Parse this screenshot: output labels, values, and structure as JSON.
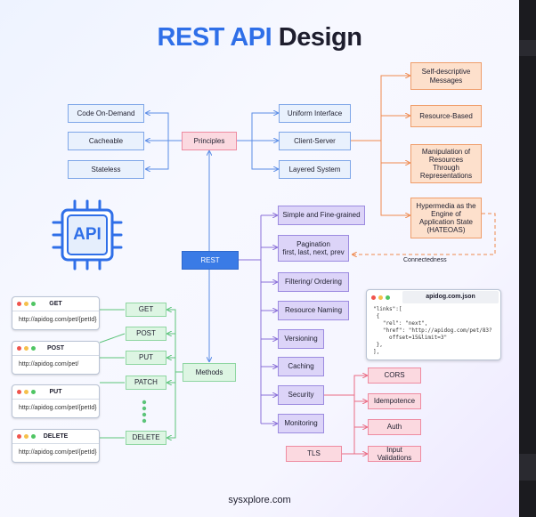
{
  "title": {
    "accent": "REST API",
    "rest": "Design"
  },
  "center": {
    "rest": "REST",
    "principles": "Principles",
    "methods": "Methods"
  },
  "principles_left": [
    "Code On-Demand",
    "Cacheable",
    "Stateless"
  ],
  "principles_right": [
    "Uniform Interface",
    "Client-Server",
    "Layered System"
  ],
  "uniform_interface": [
    "Self-descriptive Messages",
    "Resource-Based",
    "Manipulation of Resources Through Representations",
    "Hypermedia as the Engine of Application State (HATEOAS)"
  ],
  "connectedness_label": "Connectedness",
  "api_icon_text": "API",
  "rest_topics": [
    "Simple and Fine-grained",
    "Pagination",
    "Filtering/ Ordering",
    "Resource Naming",
    "Versioning",
    "Caching",
    "Security",
    "Monitoring"
  ],
  "pagination_sub": "first, last, next, prev",
  "security_items": [
    "CORS",
    "Idempotence",
    "Auth",
    "Input Validations"
  ],
  "tls": "TLS",
  "method_tags": [
    "GET",
    "POST",
    "PUT",
    "PATCH",
    "DELETE"
  ],
  "request_windows": [
    {
      "method": "GET",
      "url": "http://apidog.com/pet/{petId}"
    },
    {
      "method": "POST",
      "url": "http://apidog.com/pet/"
    },
    {
      "method": "PUT",
      "url": "http://apidog.com/pet/{petId}"
    },
    {
      "method": "DELETE",
      "url": "http://apidog.com/pet/{petId}"
    }
  ],
  "json_window": {
    "title": "apidog.com.json",
    "code": "\"links\":[\n {\n   \"rel\": \"next\",\n   \"href\": \"http://apidog.com/pet/83?\n     offset=15&limit=3\"\n },\n],"
  },
  "footer": "sysxplore.com",
  "colors": {
    "accent": "#2f6fe8",
    "rest_node": "#3a7be6",
    "principles": "#fbd9e0",
    "uniform": "#fde0cc",
    "topics": "#dcd4f8",
    "methods": "#ddf5e3"
  }
}
